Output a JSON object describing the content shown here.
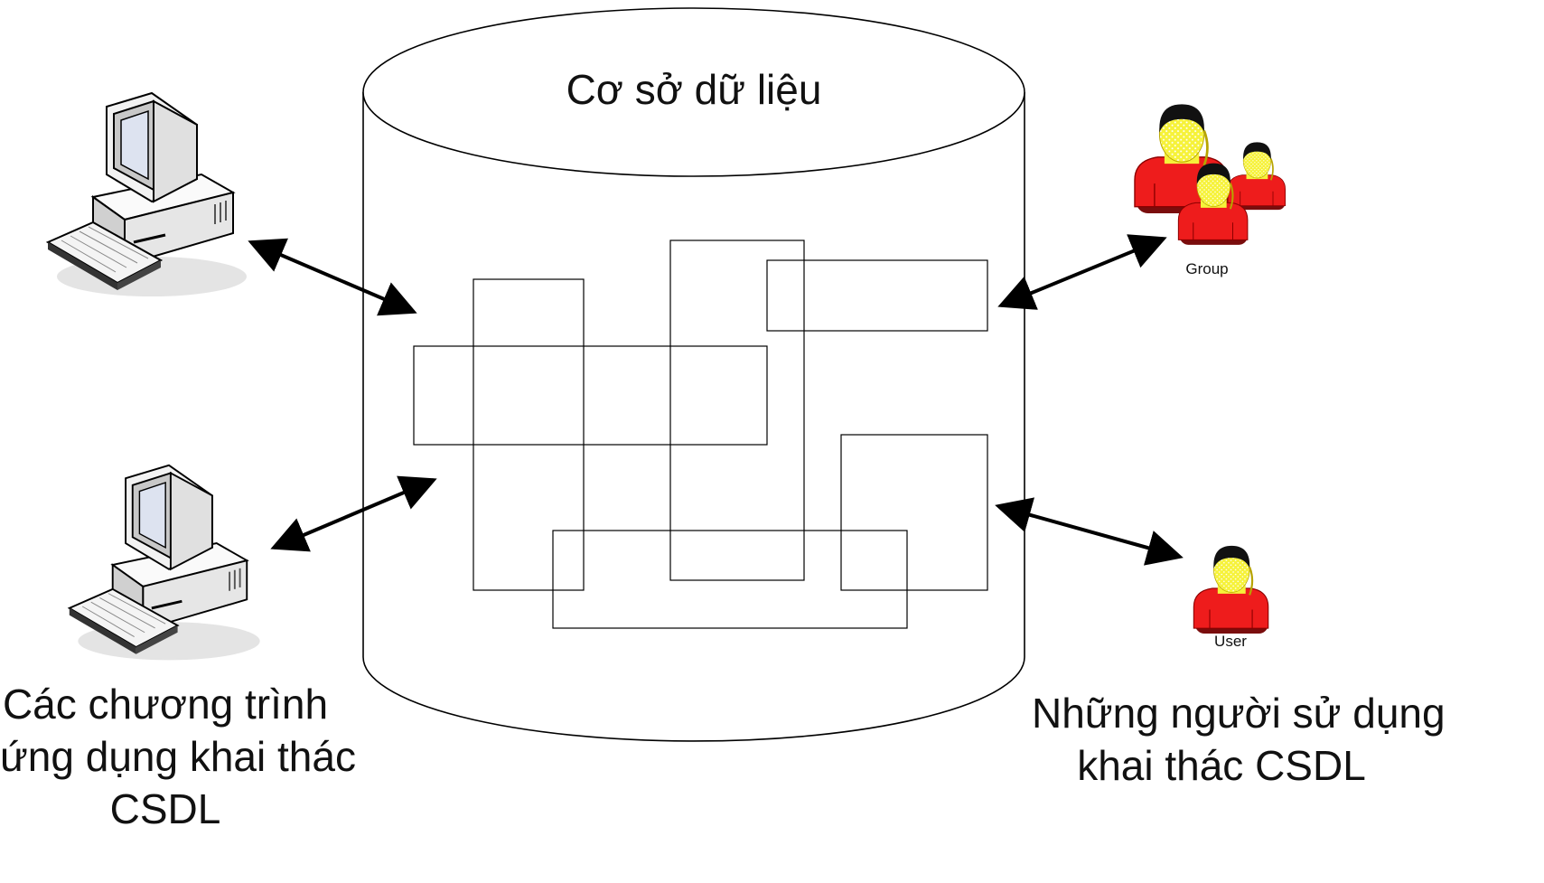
{
  "diagram": {
    "database_title": "Cơ sở dữ liệu",
    "left_caption": [
      "Các chương trình",
      "ứng dụng khai thác",
      "CSDL"
    ],
    "right_caption": [
      "Những người sử dụng",
      "khai thác CSDL"
    ],
    "group_label": "Group",
    "user_label": "User"
  },
  "icons": [
    "computer-icon",
    "computer-icon",
    "user-group-icon",
    "user-icon"
  ],
  "colors": {
    "person_body": "#ee1c1c",
    "person_face": "#f6f23a",
    "person_hair": "#111111",
    "screen": "#dde3f0",
    "computer_case": "#f2f2f2",
    "line": "#000000"
  }
}
